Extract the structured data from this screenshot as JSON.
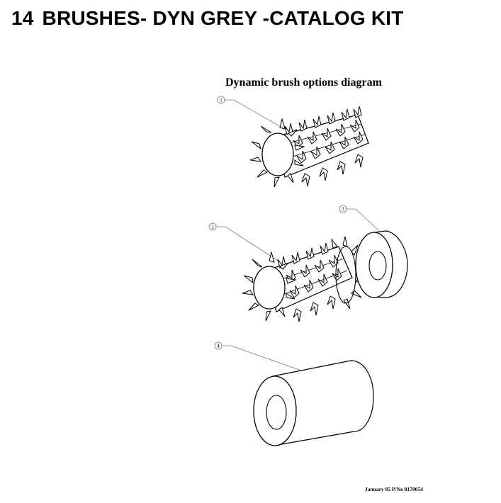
{
  "section": {
    "number": "14",
    "title": "BRUSHES- DYN GREY -CATALOG KIT"
  },
  "diagram": {
    "title": "Dynamic brush options diagram",
    "callouts": [
      {
        "label": "1",
        "part": "brush-roll"
      },
      {
        "label": "2",
        "part": "brush-roll-with-collar"
      },
      {
        "label": "3",
        "part": "collar-ring"
      },
      {
        "label": "4",
        "part": "sleeve"
      }
    ]
  },
  "footer": {
    "reference": "January 05 P/No 8170054"
  },
  "colors": {
    "ink": "#000000",
    "leader": "#777777",
    "background": "#ffffff"
  }
}
